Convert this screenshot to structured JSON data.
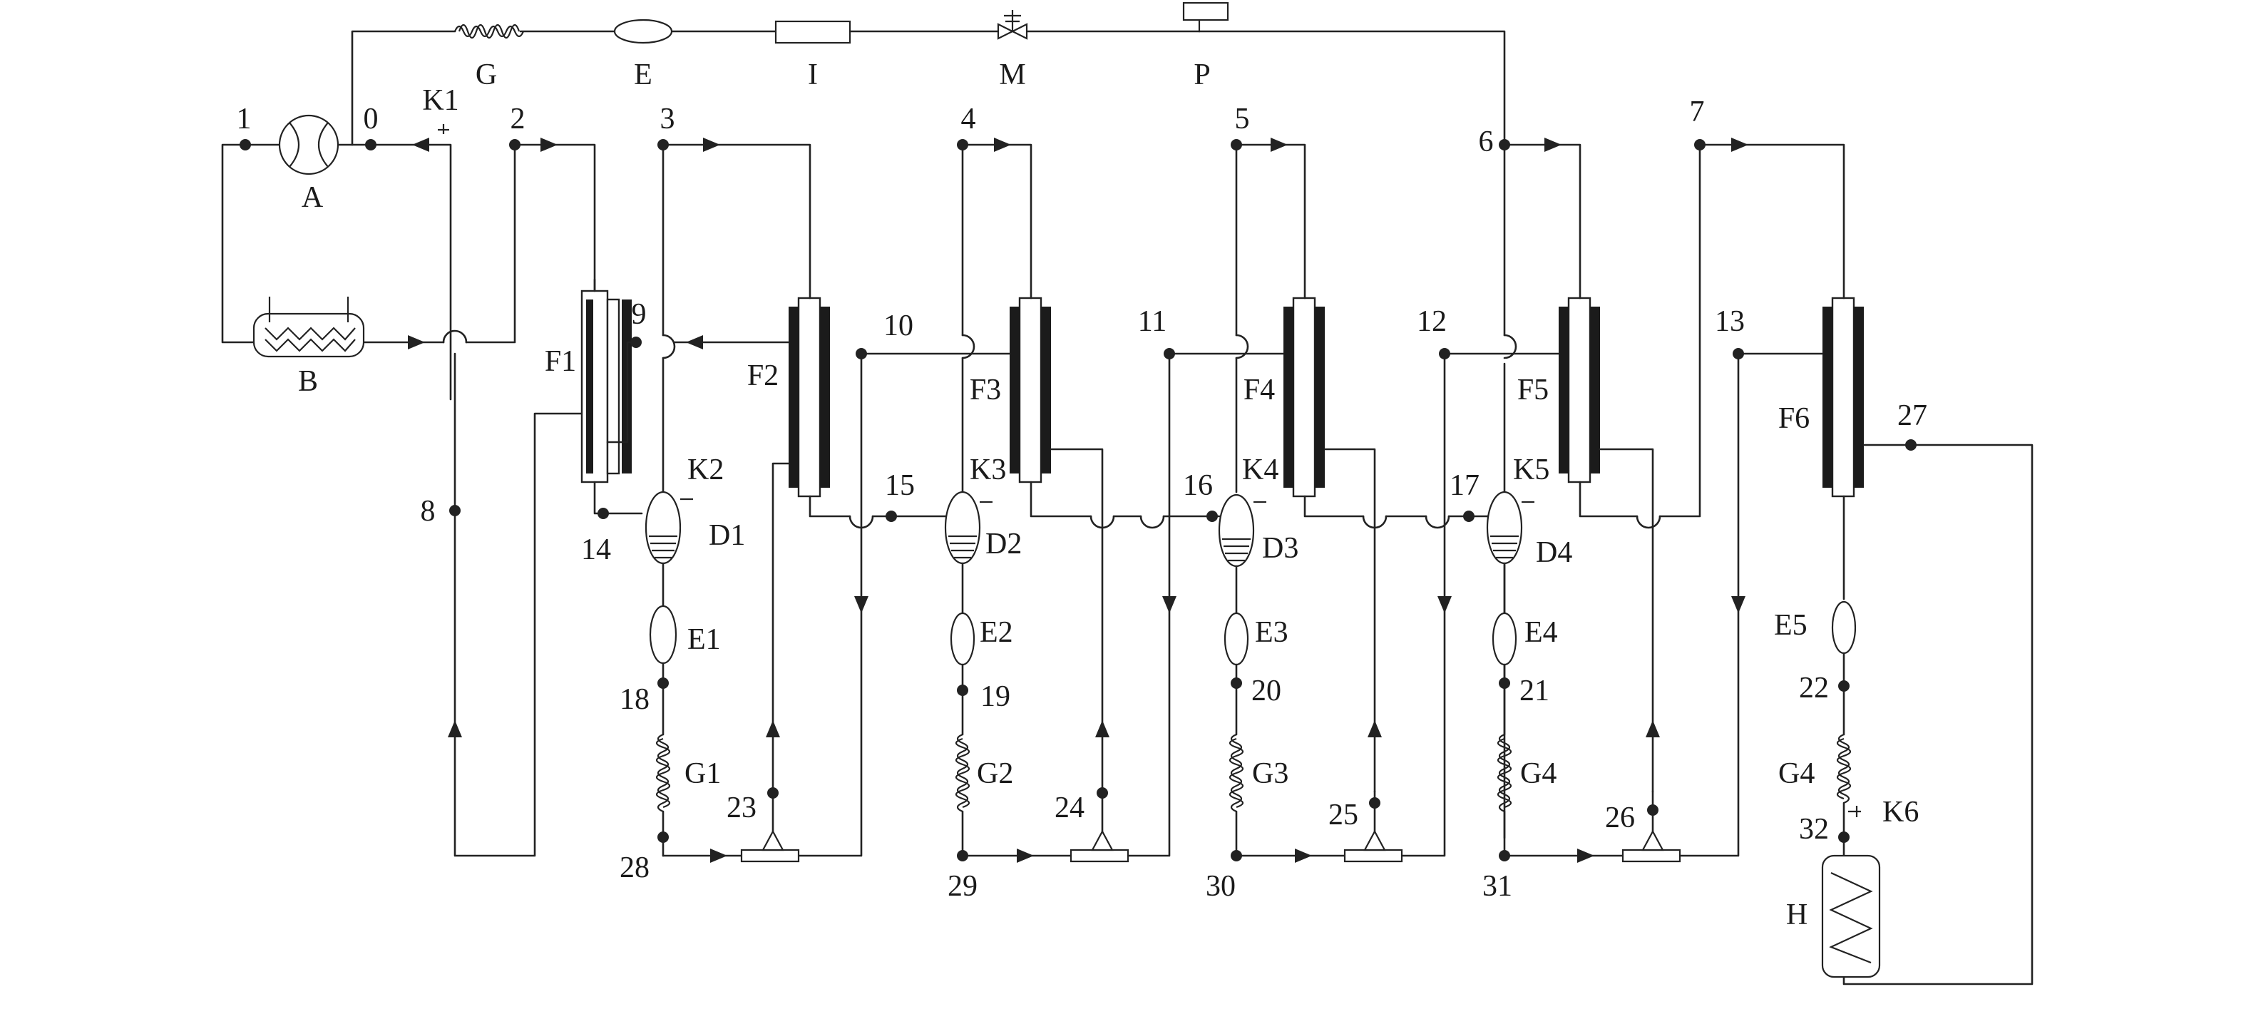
{
  "equipment_labels": {
    "A": "A",
    "B": "B",
    "G": "G",
    "E": "E",
    "I": "I",
    "M": "M",
    "P": "P",
    "H": "H",
    "F1": "F1",
    "F2": "F2",
    "F3": "F3",
    "F4": "F4",
    "F5": "F5",
    "F6": "F6",
    "D1": "D1",
    "D2": "D2",
    "D3": "D3",
    "D4": "D4",
    "E1": "E1",
    "E2": "E2",
    "E3": "E3",
    "E4": "E4",
    "E5": "E5",
    "G1": "G1",
    "G2": "G2",
    "G3": "G3",
    "G4a": "G4",
    "G4b": "G4",
    "K1": "K1",
    "K2": "K2",
    "K3": "K3",
    "K4": "K4",
    "K5": "K5",
    "K6": "K6"
  },
  "state_points": {
    "p0": "0",
    "p1": "1",
    "p2": "2",
    "p3": "3",
    "p4": "4",
    "p5": "5",
    "p6": "6",
    "p7": "7",
    "p8": "8",
    "p9": "9",
    "p10": "10",
    "p11": "11",
    "p12": "12",
    "p13": "13",
    "p14": "14",
    "p15": "15",
    "p16": "16",
    "p17": "17",
    "p18": "18",
    "p19": "19",
    "p20": "20",
    "p21": "21",
    "p22": "22",
    "p23": "23",
    "p24": "24",
    "p25": "25",
    "p26": "26",
    "p27": "27",
    "p28": "28",
    "p29": "29",
    "p30": "30",
    "p31": "31",
    "p32": "32"
  }
}
